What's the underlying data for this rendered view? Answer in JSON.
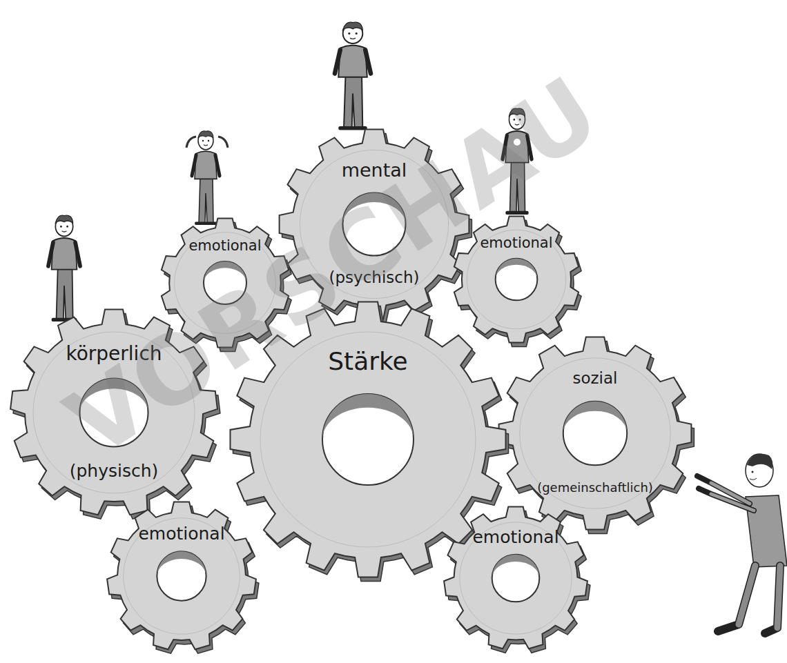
{
  "diagram": {
    "nodes": [
      {
        "text": [
          "mental",
          "(psychisch)"
        ]
      },
      {
        "text": [
          "emotional"
        ]
      },
      {
        "text": [
          "emotional"
        ]
      },
      {
        "text": [
          "körperlich",
          "(physisch)"
        ]
      },
      {
        "text": [
          "Stärke"
        ]
      },
      {
        "text": [
          "sozial",
          "(gemeinschaftlich)"
        ]
      },
      {
        "text": [
          "emotional"
        ]
      },
      {
        "text": [
          "emotional"
        ]
      }
    ],
    "labels": [
      "VORSCHAU"
    ]
  }
}
